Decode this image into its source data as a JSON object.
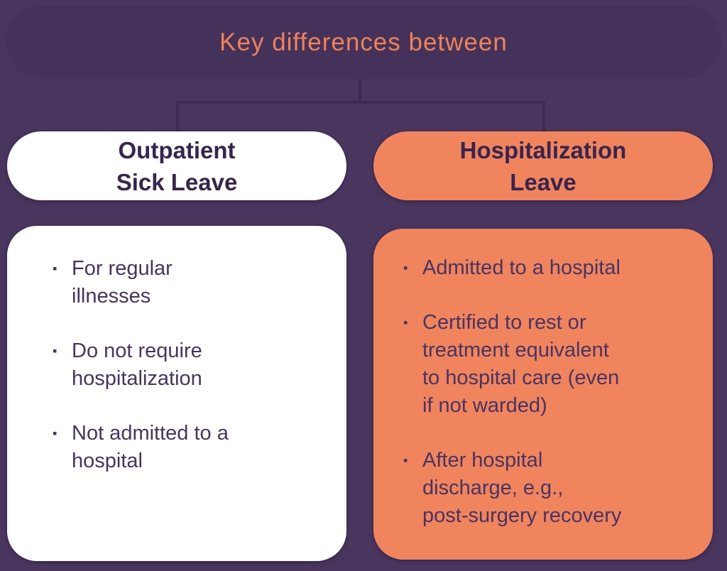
{
  "title": "Key differences between",
  "bullet_glyph": "▪",
  "colors": {
    "background": "#49365F",
    "panel": "#45325A",
    "connector": "#3D2C51",
    "card_white": "#FFFFFF",
    "accent_orange": "#F0845C",
    "title_orange": "#EE8357",
    "text_heading": "#37254F",
    "text_body": "#473463"
  },
  "columns": [
    {
      "header": "Outpatient\nSick Leave",
      "items": [
        "For regular\nillnesses",
        "Do not require\nhospitalization",
        "Not admitted to a\nhospital"
      ]
    },
    {
      "header": "Hospitalization\nLeave",
      "items": [
        "Admitted to a hospital",
        "Certified to rest or\ntreatment equivalent\nto hospital care (even\nif not warded)",
        "After hospital\ndischarge, e.g.,\npost-surgery recovery"
      ]
    }
  ]
}
